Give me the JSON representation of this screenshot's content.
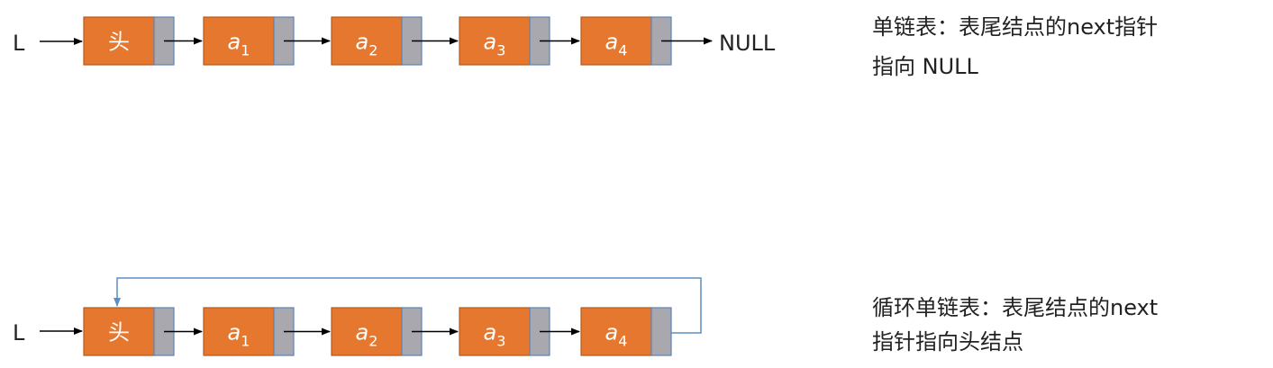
{
  "colors": {
    "node_data": "#E5772F",
    "node_data_border": "#B85A1C",
    "node_pointer": "#A9A8AE",
    "node_pointer_border": "#5C83B8",
    "arrow": "#000000",
    "loop_line": "#5C8FC4",
    "text": "#222222"
  },
  "singly_linked_list": {
    "head_pointer_label": "L",
    "nodes": [
      {
        "base": "头",
        "sub": ""
      },
      {
        "base": "a",
        "sub": "1"
      },
      {
        "base": "a",
        "sub": "2"
      },
      {
        "base": "a",
        "sub": "3"
      },
      {
        "base": "a",
        "sub": "4"
      }
    ],
    "tail_label": "NULL",
    "caption_line1": "单链表：表尾结点的next指针",
    "caption_line2": "指向 NULL"
  },
  "circular_linked_list": {
    "head_pointer_label": "L",
    "nodes": [
      {
        "base": "头",
        "sub": ""
      },
      {
        "base": "a",
        "sub": "1"
      },
      {
        "base": "a",
        "sub": "2"
      },
      {
        "base": "a",
        "sub": "3"
      },
      {
        "base": "a",
        "sub": "4"
      }
    ],
    "caption_line1": "循环单链表：表尾结点的next",
    "caption_line2": "指针指向头结点"
  }
}
